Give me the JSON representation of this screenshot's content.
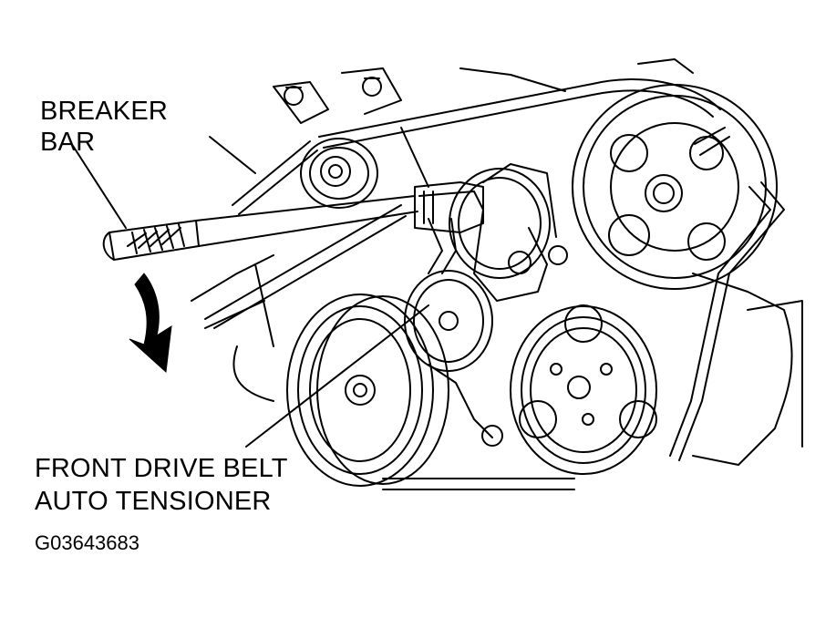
{
  "labels": {
    "breaker_bar_line1": "BREAKER",
    "breaker_bar_line2": "BAR",
    "tensioner_line1": "FRONT DRIVE BELT",
    "tensioner_line2": "AUTO TENSIONER",
    "figure_code": "G03643683"
  },
  "colors": {
    "ink": "#000000",
    "background": "#ffffff"
  },
  "icons": {
    "rotation_arrow": "curved-arrow-down-icon"
  }
}
